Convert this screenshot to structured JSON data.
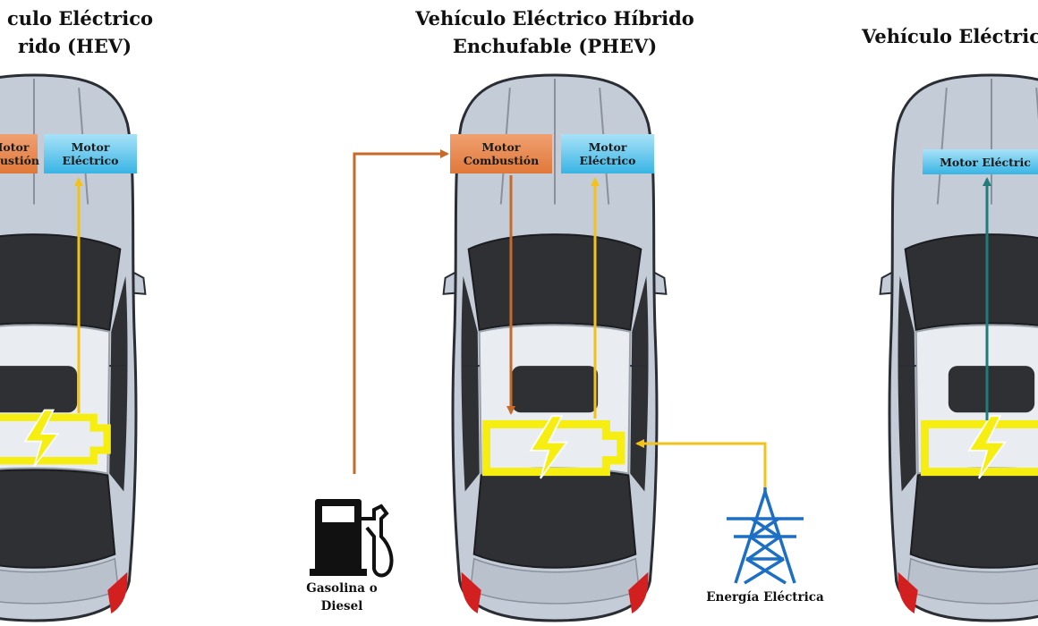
{
  "vehicles": {
    "hev": {
      "title_line1": "culo Eléctrico",
      "title_line2": "rido (HEV)",
      "engine_label": "Motor\nmbustión",
      "motor_label": "Motor\nEléctrico"
    },
    "phev": {
      "title_line1": "Vehículo Eléctrico Híbrido",
      "title_line2": "Enchufable (PHEV)",
      "engine_label": "Motor\nCombustión",
      "motor_label": "Motor\nEléctrico"
    },
    "bev": {
      "title_line1": "Vehículo Eléctric",
      "motor_label": "Motor Eléctric"
    }
  },
  "sources": {
    "fuel": "Gasolina o\nDiesel",
    "grid": "Energía Eléctrica"
  },
  "colors": {
    "car_body": "#c4ccd8",
    "car_outline": "#2a2d33",
    "glass": "#2f3034",
    "roof": "#e9edf2",
    "battery": "#f5ee10",
    "fuel_flow": "#c66a2a",
    "electric_flow": "#f2c21a",
    "bev_flow": "#1f7c78",
    "tower": "#1c6fc4"
  }
}
